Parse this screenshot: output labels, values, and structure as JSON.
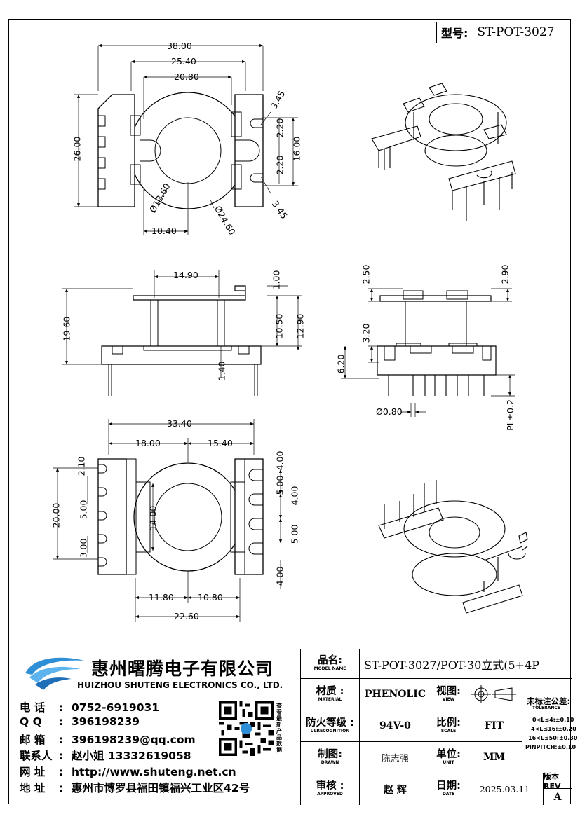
{
  "header": {
    "model_label": "型号:",
    "model_value": "ST-POT-3027"
  },
  "dimensions": {
    "top_view": [
      "38.00",
      "25.40",
      "20.80",
      "3.45",
      "2.20",
      "2.20",
      "16.00",
      "26.00",
      "3.45",
      "Ø13.60",
      "Ø24.60",
      "10.40"
    ],
    "front_view": [
      "14.90",
      "1.00",
      "19.60",
      "10.50",
      "12.90",
      "1.40"
    ],
    "side_view": [
      "2.50",
      "2.90",
      "3.20",
      "6.20",
      "Ø0.80",
      "PL±0.2"
    ],
    "bottom_view": [
      "33.40",
      "18.00",
      "15.40",
      "2.10",
      "4.00",
      "5.00",
      "4.00",
      "20.00",
      "5.00",
      "14.00",
      "5.00",
      "3.00",
      "4.00",
      "11.80",
      "10.80",
      "22.60"
    ]
  },
  "company": {
    "name_cn": "惠州曙腾电子有限公司",
    "name_en": "HUIZHOU SHUTENG ELECTRONICS CO., LTD.",
    "contacts": [
      {
        "key": "电 话",
        "value": "0752-6919031"
      },
      {
        "key": "Q Q",
        "value": "396198239"
      },
      {
        "key": "邮 箱",
        "value": "396198239@qq.com"
      },
      {
        "key": "联系人",
        "value": "赵小姐 13332619058"
      },
      {
        "key": "网 址",
        "value": "http://www.shuteng.net.cn"
      },
      {
        "key": "地 址",
        "value": "惠州市博罗县福田镇福兴工业区42号"
      }
    ],
    "qr_caption": "查看最新产品数据"
  },
  "title_block": {
    "product_name_label": "品名:",
    "product_name_sub": "MODEL NAME",
    "product_name_value": "ST-POT-3027/POT-30立式(5+4P",
    "material_label": "材质 :",
    "material_sub": "MATERIAL",
    "material_value": "PHENOLIC",
    "view_label": "视图:",
    "view_sub": "VIEW",
    "fire_label": "防火等级 :",
    "fire_sub": "ULRECOGNITION",
    "fire_value": "94V-0",
    "scale_label": "比例:",
    "scale_sub": "SCALE",
    "scale_value": "FIT",
    "drawn_label": "制图:",
    "drawn_sub": "DRAWN",
    "drawn_value": "陈志强",
    "unit_label": "单位:",
    "unit_sub": "UNIT",
    "unit_value": "MM",
    "approved_label": "审核 :",
    "approved_sub": "APPROVED",
    "approved_value": "赵 辉",
    "date_label": "日期:",
    "date_sub": "DATE",
    "date_value": "2025.03.11",
    "rev_label": "版本REV",
    "rev_value": "A",
    "tolerance_title": "未标注公差:",
    "tolerance_sub": "TOLERANCE",
    "tolerances": [
      "0<L≤4:±0.10",
      "4<L≤16:±0.20",
      "16<L≤50:±0.30",
      "PINPITCH:±0.10"
    ]
  }
}
